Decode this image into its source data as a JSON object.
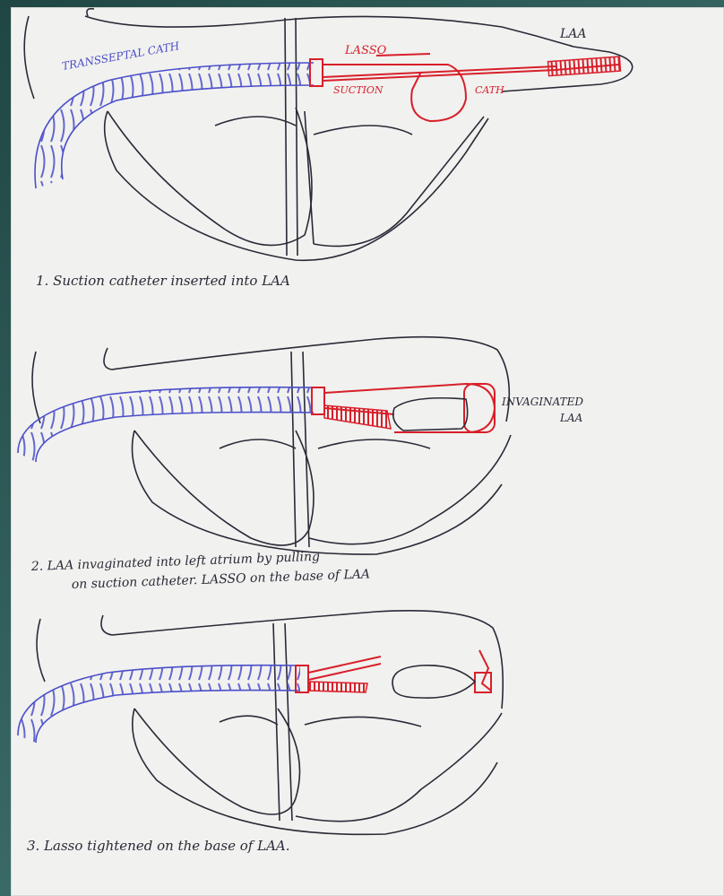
{
  "colors": {
    "ink": "#2a2a38",
    "catheter_blue": "#4b4fc9",
    "catheter_red": "#d81f2a",
    "paper": "#f1f1ef",
    "frame": "#2f5a57"
  },
  "panels": [
    {
      "step_caption": "1. Suction catheter inserted into LAA",
      "labels": {
        "sheath": "TRANSSEPTAL CATH",
        "lasso": "LASSO",
        "suction": "SUCTION",
        "cath": "CATH",
        "laa": "LAA"
      }
    },
    {
      "step_caption_line1": "2. LAA invaginated into left atrium by pulling",
      "step_caption_line2": "on suction catheter. LASSO on the base of LAA",
      "labels": {
        "invaginated": "INVAGINATED",
        "laa": "LAA"
      }
    },
    {
      "step_caption": "3. Lasso tightened on the base of LAA."
    }
  ]
}
